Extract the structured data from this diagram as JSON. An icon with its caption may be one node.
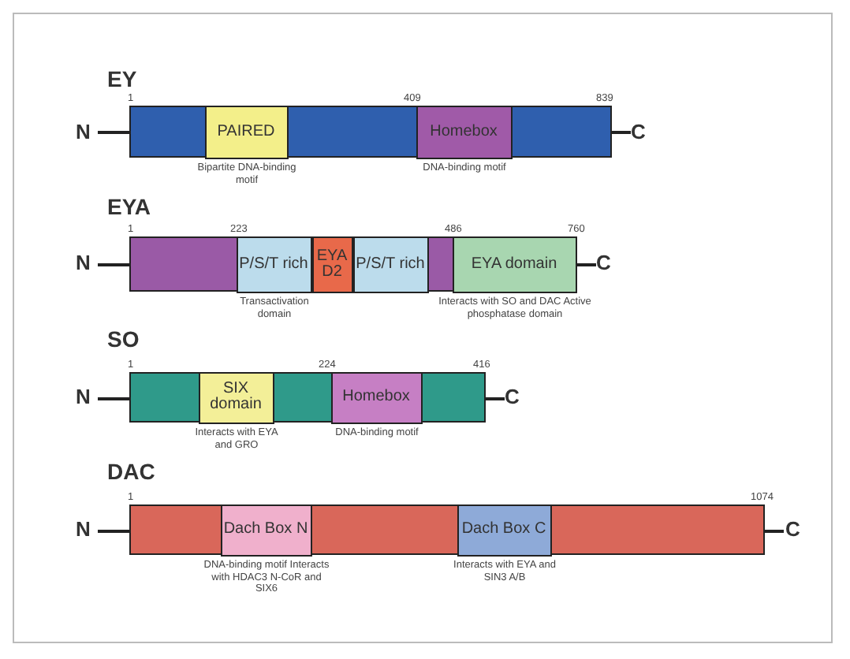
{
  "diagram": {
    "nodes": [
      {
        "text": [
          "EY"
        ]
      },
      {
        "text": [
          "PAIRED"
        ],
        "in": 0,
        "beside": [
          "Bipartite DNA-binding motif"
        ]
      },
      {
        "text": [
          "Homebox"
        ],
        "in": 0,
        "beside": [
          "DNA-binding motif"
        ]
      },
      {
        "text": [
          "EYA"
        ]
      },
      {
        "text": [
          "P/S/T rich"
        ],
        "in": 3,
        "beside": [
          "Transactivation domain"
        ]
      },
      {
        "text": [
          "EYA D2"
        ],
        "in": 3
      },
      {
        "text": [
          "P/S/T rich"
        ],
        "in": 3
      },
      {
        "text": [
          "EYA domain"
        ],
        "in": 3,
        "beside": [
          "Interacts with SO and DAC Active phosphatase domain"
        ]
      },
      {
        "text": [
          "SO"
        ]
      },
      {
        "text": [
          "SIX domain"
        ],
        "in": 8,
        "beside": [
          "Interacts with EYA and GRO"
        ]
      },
      {
        "text": [
          "Homebox"
        ],
        "in": 8,
        "beside": [
          "DNA-binding motif"
        ]
      },
      {
        "text": [
          "DAC"
        ]
      },
      {
        "text": [
          "Dach Box N"
        ],
        "in": 11,
        "beside": [
          "DNA-binding motif Interacts with HDAC3 N-CoR and SIX6"
        ]
      },
      {
        "text": [
          "Dach Box C"
        ],
        "in": 11,
        "beside": [
          "Interacts with EYA and SIN3 A/B"
        ]
      }
    ],
    "labels": [
      "1",
      "409",
      "839",
      "N",
      "C",
      "1",
      "223",
      "486",
      "760",
      "N",
      "C",
      "1",
      "224",
      "416",
      "N",
      "C",
      "1",
      "1074",
      "N",
      "C"
    ]
  }
}
